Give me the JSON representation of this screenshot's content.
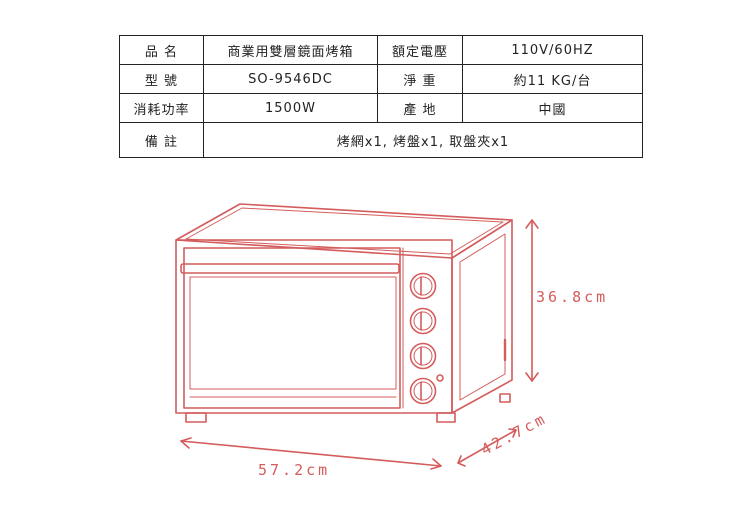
{
  "spec_table": {
    "rows": [
      [
        {
          "label": "品 名",
          "value": "商業用雙層鏡面烤箱"
        },
        {
          "label": "額定電壓",
          "value": "110V/60HZ"
        }
      ],
      [
        {
          "label": "型 號",
          "value": "SO-9546DC"
        },
        {
          "label": "淨 重",
          "value": "約11 KG/台"
        }
      ],
      [
        {
          "label": "消耗功率",
          "value": "1500W"
        },
        {
          "label": "產 地",
          "value": "中國"
        }
      ]
    ],
    "note": {
      "label": "備 註",
      "value": "烤網x1, 烤盤x1, 取盤夾x1"
    }
  },
  "dimensions": {
    "height": "36.8cm",
    "width": "57.2cm",
    "depth": "42.7cm"
  },
  "colors": {
    "illustration": "#d45c5c",
    "table_border": "#222222"
  }
}
